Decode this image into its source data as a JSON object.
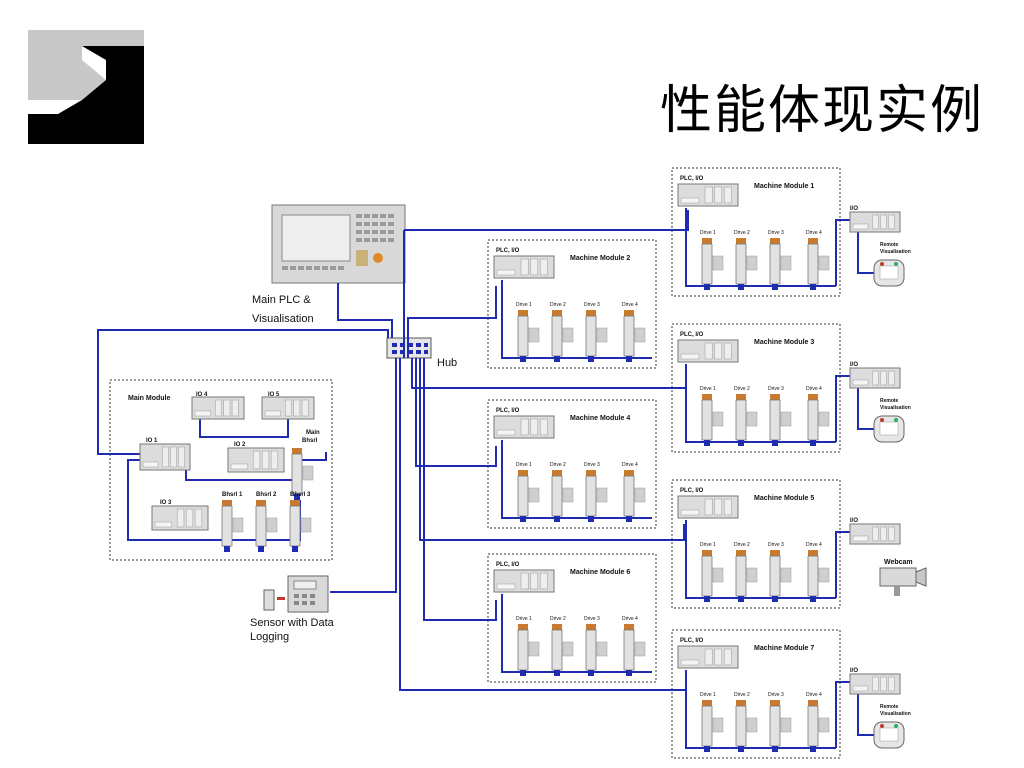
{
  "slide": {
    "title": "性能体现实例"
  },
  "colors": {
    "bus": "#1f2bb0",
    "title": "#000000",
    "logo_dark": "#000000",
    "logo_light": "#c8c8c8"
  },
  "labels": {
    "main_plc": [
      "Main PLC &",
      "Visualisation"
    ],
    "hub": "Hub",
    "sensor": [
      "Sensor with Data",
      "Logging"
    ],
    "main_module": "Main Module",
    "main_io": [
      "IO 4",
      "IO 5",
      "IO 1",
      "IO 2",
      "IO 3"
    ],
    "main_drive": [
      "Main",
      "Bhsrl"
    ],
    "aux_drives": [
      "Bhsrl 1",
      "Bhsrl 2",
      "Bhsrl 3"
    ],
    "remote_vis": [
      "Remote",
      "Visualisation"
    ],
    "webcam": "Webcam"
  },
  "machine_modules": [
    {
      "name": "Machine Module 1",
      "plc": "PLC, I/O",
      "drives": [
        "Drive 1",
        "Drive 2",
        "Drive 3",
        "Drive 4"
      ],
      "io": "I/O",
      "accessory": "remote"
    },
    {
      "name": "Machine Module 2",
      "plc": "PLC, I/O",
      "drives": [
        "Drive 1",
        "Drive 2",
        "Drive 3",
        "Drive 4"
      ]
    },
    {
      "name": "Machine Module 3",
      "plc": "PLC, I/O",
      "drives": [
        "Drive 1",
        "Drive 2",
        "Drive 3",
        "Drive 4"
      ],
      "io": "I/O",
      "accessory": "remote"
    },
    {
      "name": "Machine Module 4",
      "plc": "PLC, I/O",
      "drives": [
        "Drive 1",
        "Drive 2",
        "Drive 3",
        "Drive 4"
      ]
    },
    {
      "name": "Machine Module 5",
      "plc": "PLC, I/O",
      "drives": [
        "Drive 1",
        "Drive 2",
        "Drive 3",
        "Drive 4"
      ],
      "io": "I/O",
      "accessory": "webcam"
    },
    {
      "name": "Machine Module 6",
      "plc": "PLC, I/O",
      "drives": [
        "Drive 1",
        "Drive 2",
        "Drive 3",
        "Drive 4"
      ]
    },
    {
      "name": "Machine Module 7",
      "plc": "PLC, I/O",
      "drives": [
        "Drive 1",
        "Drive 2",
        "Drive 3",
        "Drive 4"
      ],
      "io": "I/O",
      "accessory": "remote"
    }
  ]
}
